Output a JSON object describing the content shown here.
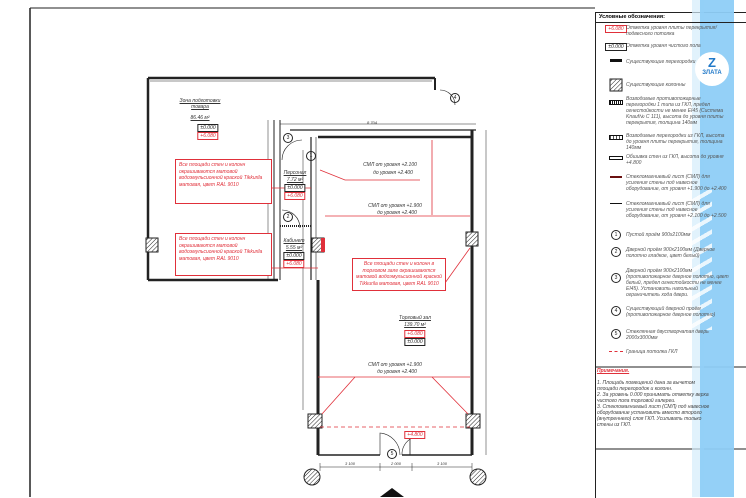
{
  "legend": {
    "title": "Условные обозначения:",
    "items": [
      {
        "symbol": "+6.080",
        "text": "Отметка уровня плиты перекрытия/подвесного потолка"
      },
      {
        "symbol": "±0.000",
        "text": "Отметка уровня чистого пола"
      },
      {
        "text": "Существующие перегородки"
      },
      {
        "text": "Существующие колонны"
      },
      {
        "text": "Возводимые противопожарные перегородки 1 типа из ГКЛ, предел огнестойкости не менее EI45 (Система Knauf№ С 111), высота до уровня плиты перекрытия, толщина 140мм"
      },
      {
        "text": "Возводимые перегородки из ГКЛ, высота до уровня плиты перекрытия, толщина 140мм"
      },
      {
        "text": "Обшивка стен из ГКЛ, высота до уровня +4.800"
      },
      {
        "text": "Стекломагниевый лист (СМЛ) для усиления стены под навесное оборудование, от уровня +1.900 до +2.400"
      },
      {
        "text": "Стекломагниевый лист (СМЛ) для усиления стены под навесное оборудование, от уровня +2.100 до +2.500"
      },
      {
        "symbol": "1",
        "text": "Пустой проём 900х2100мм"
      },
      {
        "symbol": "2",
        "text": "Дверной проём 900х2100мм (Дверное полотно гладкое, цвет белый)"
      },
      {
        "symbol": "3",
        "text": "Дверной проём 900х2100мм (противопожарное дверное полотно, цвет белый, предел огнестойкости не менее EI45). Установить напольный ограничитель хода двери."
      },
      {
        "symbol": "4",
        "text": "Существующий дверной проём (противопожарное дверное полотно)"
      },
      {
        "symbol": "5",
        "text": "Стеклянная двустворчатая дверь 2000х3000мм"
      },
      {
        "text": "Граница потолка ГКЛ"
      }
    ]
  },
  "notes": {
    "title": "Примечания.",
    "items": [
      "1. Площадь помещений дана за вычетом площади перегородок и колонн.",
      "2. За уровень 0.000 принимать отметку верха чистого пола торговой галереи.",
      "3. Стекломагниевый лист (СМЛ) под навесное оборудование установить вместо второго (внутреннего) слоя ГКЛ. Усиливать только стены из ГКЛ."
    ]
  },
  "logo": {
    "letter": "Z",
    "name": "ЗЛАТА"
  },
  "rooms": {
    "storage": {
      "name": "Зона подготовки товара",
      "area": "86.46 м²",
      "floor": "±0.000",
      "ceiling": "+6.080"
    },
    "staff": {
      "name": "Персонал",
      "area": "7.72 м²",
      "floor": "±0.000",
      "ceiling": "+6.080"
    },
    "office": {
      "name": "Кабинет",
      "area": "5.55 м²",
      "floor": "±0.000",
      "ceiling": "+6.080"
    },
    "sales": {
      "name": "Торговый зал",
      "area": "139.70 м²",
      "ceiling": "+6.080",
      "floor": "±0.000"
    }
  },
  "paint_notes": {
    "general": "Все площади стен и колонн окрашиваются матовой водоэмульсионной краской Tikkurila матовая, цвет RAL 9010",
    "sales": "Все площади стен и колонн в торговом зале окрашиваются матовой водоэмульсионной краской Tikkurila матовая, цвет RAL 9010"
  },
  "sml_labels": {
    "a1": "СМЛ от уровня +2.100",
    "a2": "до уровня +2.400",
    "b1": "СМЛ от уровня +1.900",
    "b2": "до уровня +2.400",
    "c1": "СМЛ от уровня +1.900",
    "c2": "до уровня +2.400"
  },
  "entrance_tag": "+4.800",
  "dimensions": {
    "top": "8 704",
    "bottom": [
      "3 100",
      "2 000",
      "3 100"
    ]
  },
  "doors": [
    "1",
    "2",
    "3",
    "4",
    "5"
  ],
  "colors": {
    "red": "#e0303a",
    "band": "#8ecdf7",
    "line": "#222222"
  }
}
